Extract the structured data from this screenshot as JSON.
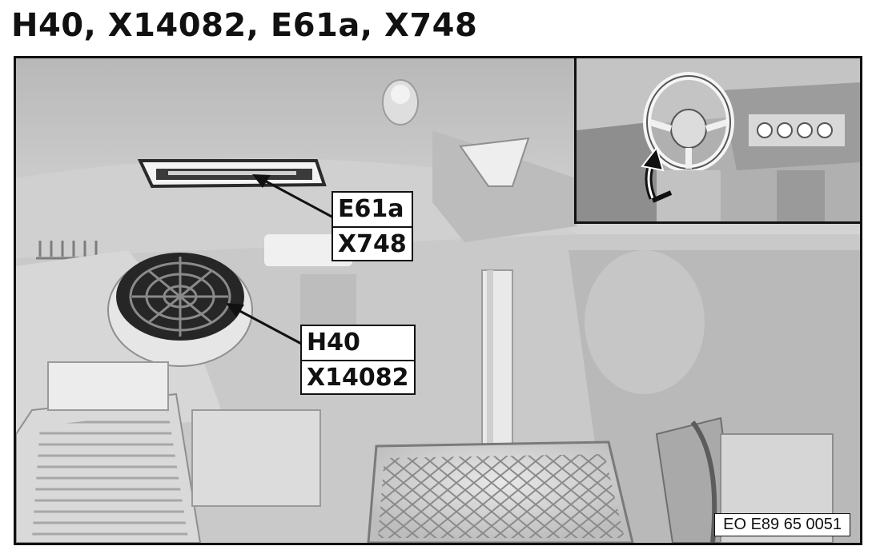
{
  "title": "H40, X14082, E61a, X748",
  "labels": {
    "upper": [
      "E61a",
      "X748"
    ],
    "lower": [
      "H40",
      "X14082"
    ]
  },
  "reference_code": "EO E89 65 0051"
}
